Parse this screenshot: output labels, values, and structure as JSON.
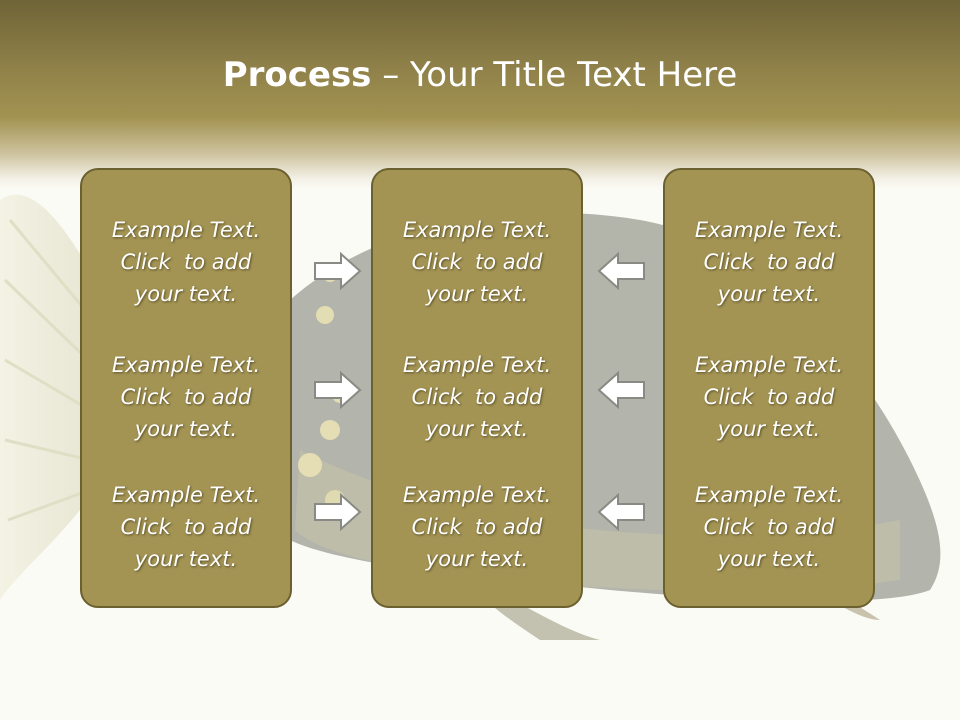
{
  "slide": {
    "title_bold": "Process",
    "title_rest": " – Your Title Text Here"
  },
  "columns": [
    {
      "items": [
        {
          "line1": "Example Text.",
          "line2": "Click  to add",
          "line3": "your text."
        },
        {
          "line1": "Example Text.",
          "line2": "Click  to add",
          "line3": "your text."
        },
        {
          "line1": "Example Text.",
          "line2": "Click  to add",
          "line3": "your text."
        }
      ]
    },
    {
      "items": [
        {
          "line1": "Example Text.",
          "line2": "Click  to add",
          "line3": "your text."
        },
        {
          "line1": "Example Text.",
          "line2": "Click  to add",
          "line3": "your text."
        },
        {
          "line1": "Example Text.",
          "line2": "Click  to add",
          "line3": "your text."
        }
      ]
    },
    {
      "items": [
        {
          "line1": "Example Text.",
          "line2": "Click  to add",
          "line3": "your text."
        },
        {
          "line1": "Example Text.",
          "line2": "Click  to add",
          "line3": "your text."
        },
        {
          "line1": "Example Text.",
          "line2": "Click  to add",
          "line3": "your text."
        }
      ]
    }
  ],
  "colors": {
    "header": "#8e8048",
    "box_fill": "#a39454",
    "box_border": "#6b602f",
    "text": "#ffffff"
  },
  "icons": {
    "left_arrows": "arrow-right-icon",
    "right_arrows": "arrow-left-icon",
    "background": "fish-image"
  }
}
